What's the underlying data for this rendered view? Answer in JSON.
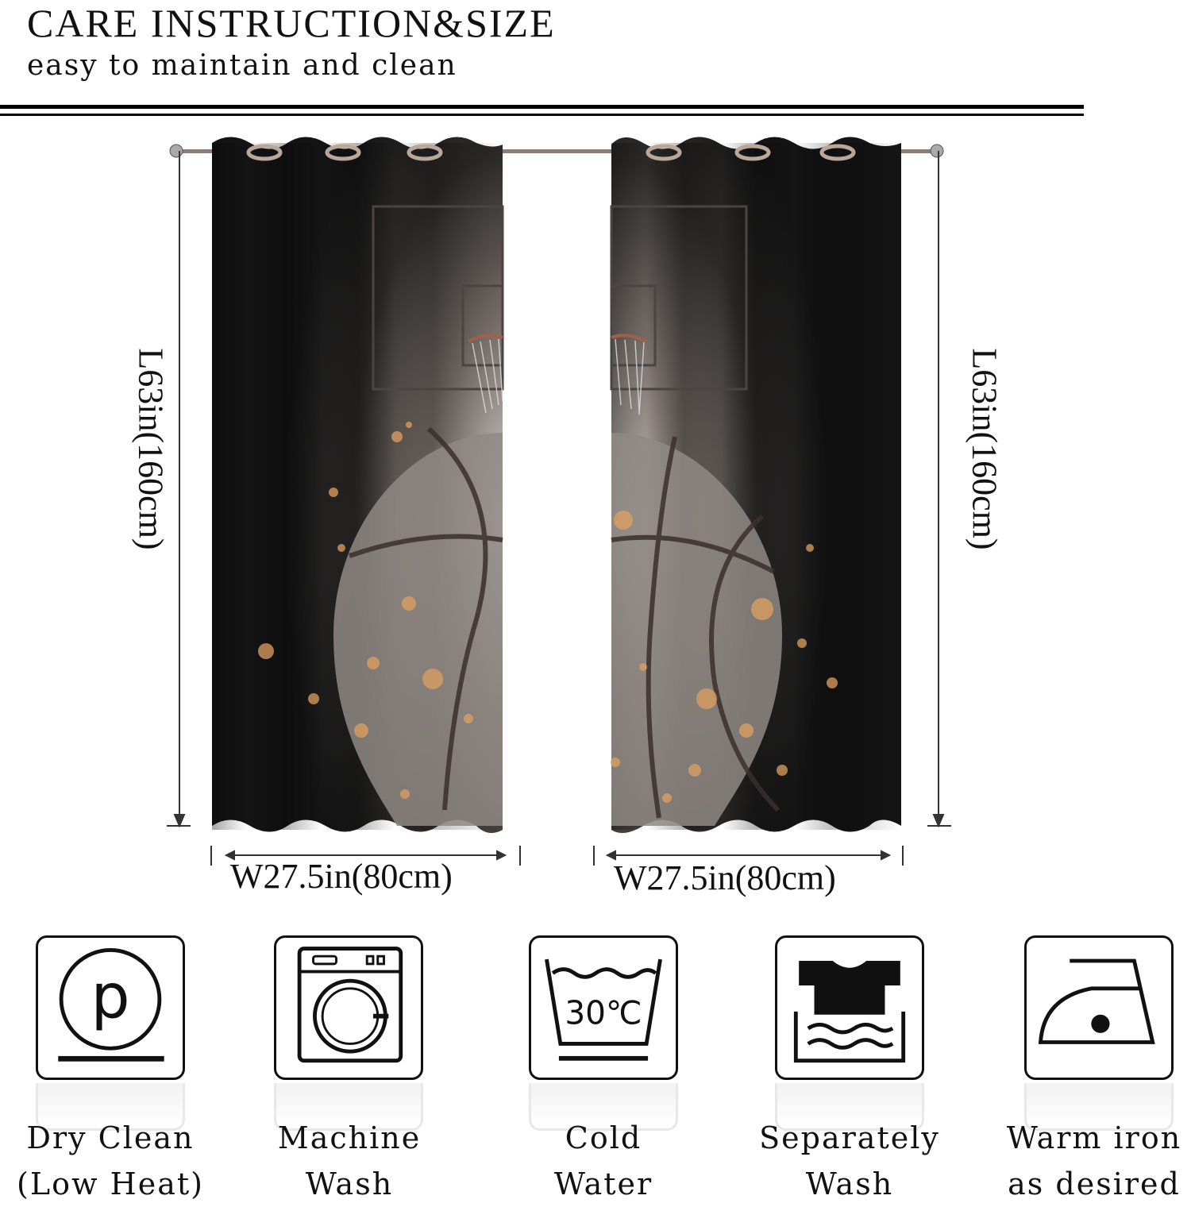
{
  "header": {
    "title": "CARE INSTRUCTION&SIZE",
    "subtitle": "easy to maintain and clean"
  },
  "dimensions": {
    "length_left": "L63in(160cm)",
    "length_right": "L63in(160cm)",
    "width_left": "W27.5in(80cm)",
    "width_right": "W27.5in(80cm)"
  },
  "care_items": [
    {
      "icon": "dry-clean-icon",
      "line1": "Dry Clean",
      "line2": "(Low Heat)"
    },
    {
      "icon": "washing-machine-icon",
      "line1": "Machine",
      "line2": "Wash"
    },
    {
      "icon": "wash-30c-icon",
      "line1": "Cold",
      "line2": "Water",
      "temp": "30℃"
    },
    {
      "icon": "separate-wash-icon",
      "line1": "Separately",
      "line2": "Wash"
    },
    {
      "icon": "iron-icon",
      "line1": "Warm iron",
      "line2": "as desired"
    }
  ],
  "colors": {
    "curtain": "#1a1a1a",
    "highlight": "#cfc8c4",
    "bokeh": "#e0a060"
  }
}
